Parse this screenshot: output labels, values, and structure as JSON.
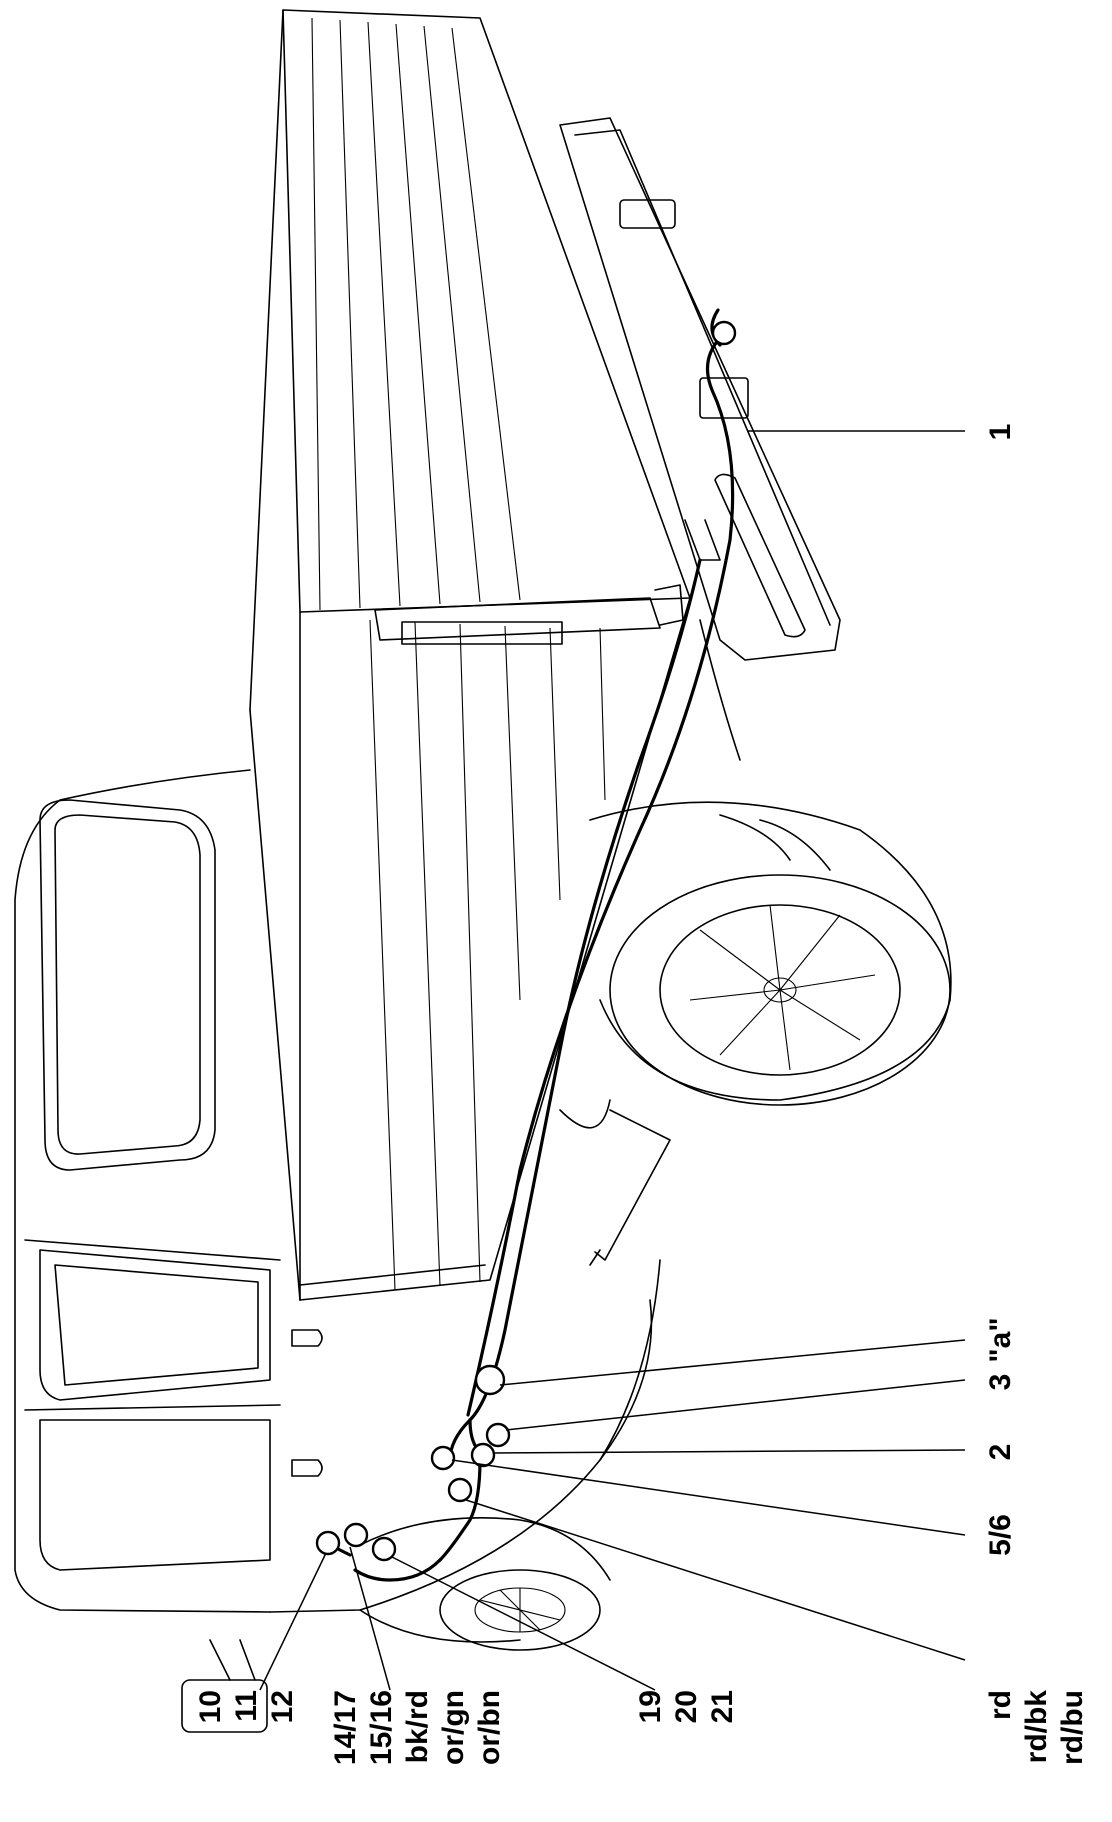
{
  "callouts": [
    {
      "id": "1",
      "lines": [
        "1"
      ]
    },
    {
      "id": "a",
      "lines": [
        "\"a\""
      ]
    },
    {
      "id": "3",
      "lines": [
        "3"
      ]
    },
    {
      "id": "2",
      "lines": [
        "2"
      ]
    },
    {
      "id": "56",
      "lines": [
        "5/6"
      ]
    },
    {
      "id": "rd",
      "lines": [
        "rd",
        "rd/bk",
        "rd/bu"
      ]
    },
    {
      "id": "10",
      "lines": [
        "10",
        "11",
        "12"
      ]
    },
    {
      "id": "14",
      "lines": [
        "14/17",
        "15/16",
        "bk/rd",
        "or/gn",
        "or/bn"
      ]
    },
    {
      "id": "19",
      "lines": [
        "19",
        "20",
        "21"
      ]
    }
  ]
}
